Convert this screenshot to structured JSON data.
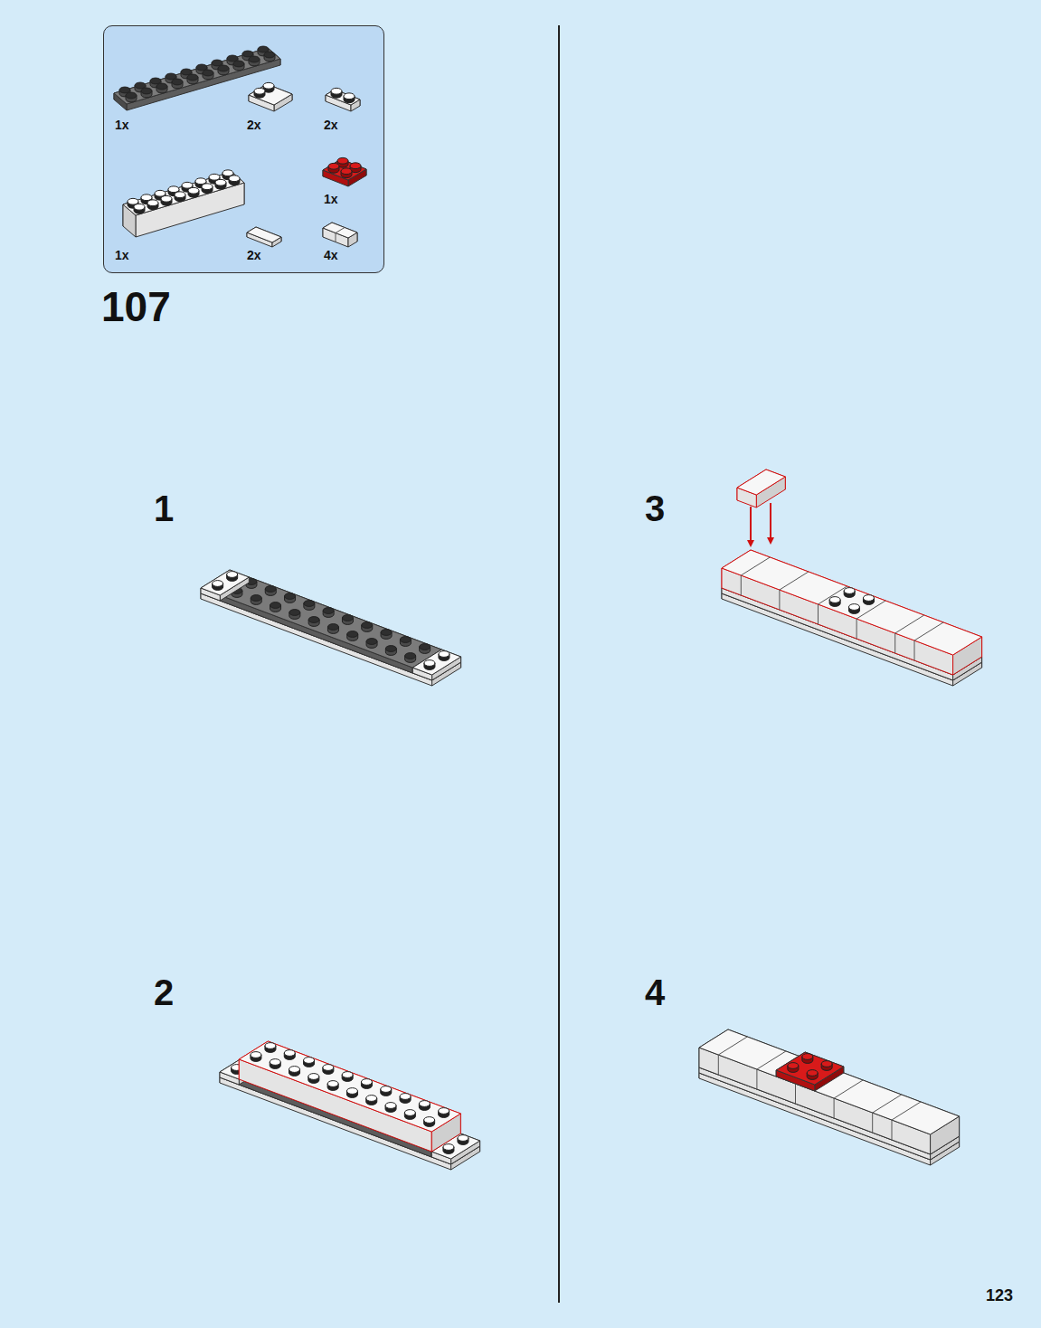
{
  "diagram": {
    "nodes": [
      {
        "text": [
          "1x",
          "2x",
          "2x",
          "1x",
          "1x",
          "2x",
          "4x"
        ]
      }
    ],
    "labels": [
      "107",
      "1",
      "3",
      "2",
      "4",
      "123"
    ]
  }
}
